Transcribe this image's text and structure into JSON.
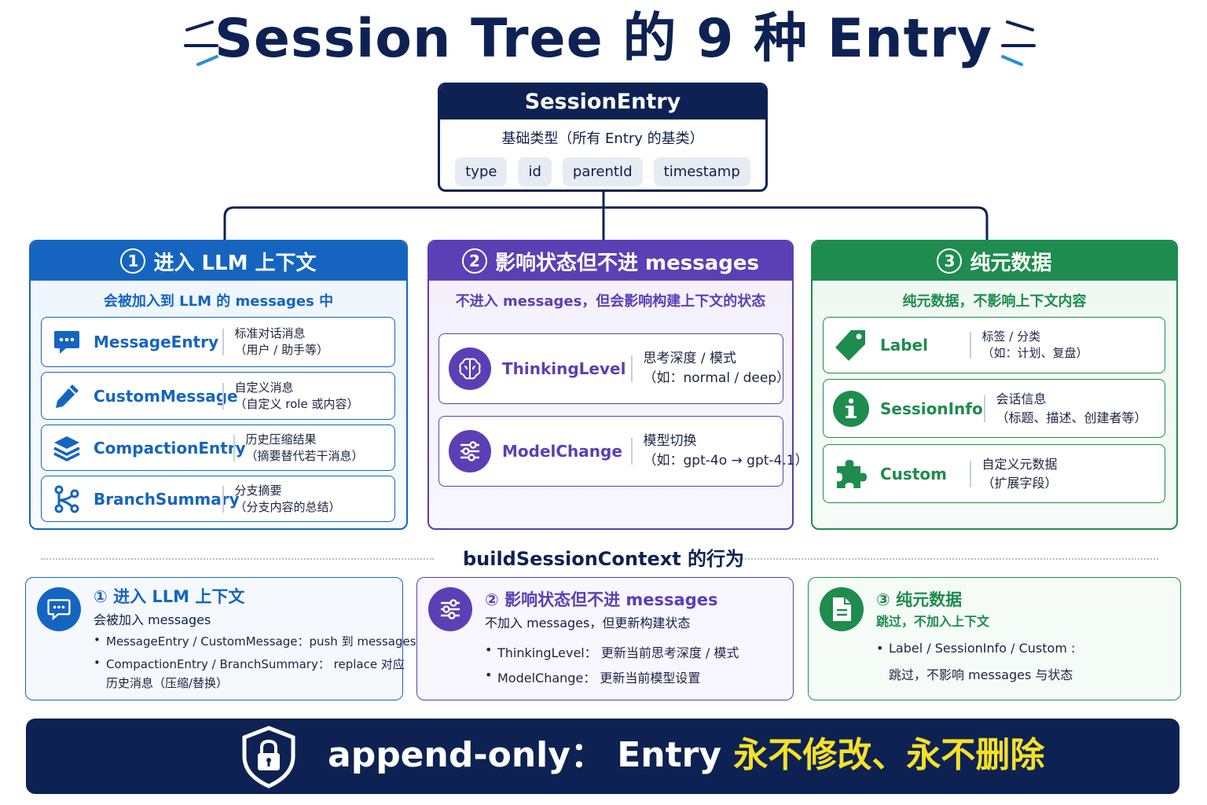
{
  "title": "Session Tree 的 9 种 Entry",
  "root": {
    "name": "SessionEntry",
    "subtitle": "基础类型（所有 Entry 的基类）",
    "fields": [
      "type",
      "id",
      "parentId",
      "timestamp"
    ]
  },
  "colors": {
    "navy": "#0d2253",
    "blue": "#1565c0",
    "purple": "#5b3fb5",
    "green": "#1e8c4e",
    "yellow": "#f5e12a"
  },
  "categories": [
    {
      "num": "1",
      "title": "进入 LLM 上下文",
      "subtitle": "会被加入到 LLM 的 messages 中",
      "entries": [
        {
          "icon": "chat-bubble-icon",
          "name": "MessageEntry",
          "desc1": "标准对话消息",
          "desc2": "（用户 / 助手等）"
        },
        {
          "icon": "pencil-icon",
          "name": "CustomMessage",
          "desc1": "自定义消息",
          "desc2": "（自定义 role 或内容）"
        },
        {
          "icon": "layers-icon",
          "name": "CompactionEntry",
          "desc1": "历史压缩结果",
          "desc2": "（摘要替代若干消息）"
        },
        {
          "icon": "branch-icon",
          "name": "BranchSummary",
          "desc1": "分支摘要",
          "desc2": "（分支内容的总结）"
        }
      ]
    },
    {
      "num": "2",
      "title": "影响状态但不进 messages",
      "subtitle": "不进入 messages，但会影响构建上下文的状态",
      "entries": [
        {
          "icon": "brain-icon",
          "name": "ThinkingLevel",
          "desc1": "思考深度 / 模式",
          "desc2": "（如：normal / deep）"
        },
        {
          "icon": "sliders-icon",
          "name": "ModelChange",
          "desc1": "模型切换",
          "desc2": "（如：gpt-4o → gpt-4.1）"
        }
      ]
    },
    {
      "num": "3",
      "title": "纯元数据",
      "subtitle": "纯元数据，不影响上下文内容",
      "entries": [
        {
          "icon": "tag-icon",
          "name": "Label",
          "desc1": "标签 / 分类",
          "desc2": "（如：计划、复盘）"
        },
        {
          "icon": "info-icon",
          "name": "SessionInfo",
          "desc1": "会话信息",
          "desc2": "（标题、描述、创建者等）"
        },
        {
          "icon": "puzzle-icon",
          "name": "Custom",
          "desc1": "自定义元数据",
          "desc2": "（扩展字段）"
        }
      ]
    }
  ],
  "behavior": {
    "heading": "buildSessionContext 的行为",
    "cards": [
      {
        "icon": "chat-bubble-icon",
        "title": "① 进入 LLM 上下文",
        "subtitle": "会被加入 messages",
        "bullets": [
          "MessageEntry / CustomMessage：push 到 messages",
          "CompactionEntry / BranchSummary： replace 对应",
          "历史消息（压缩/替换）"
        ]
      },
      {
        "icon": "sliders-icon",
        "title": "② 影响状态但不进 messages",
        "subtitle": "不加入 messages，但更新构建状态",
        "bullets": [
          "ThinkingLevel： 更新当前思考深度 / 模式",
          "ModelChange： 更新当前模型设置"
        ]
      },
      {
        "icon": "document-icon",
        "title": "③ 纯元数据",
        "subtitle": "跳过，不加入上下文",
        "bullets": [
          "Label / SessionInfo / Custom :",
          "跳过，不影响 messages 与状态"
        ]
      }
    ]
  },
  "banner": {
    "prefix": "append-only：  Entry ",
    "highlight": "永不修改、永不删除",
    "icon": "lock-shield-icon"
  }
}
